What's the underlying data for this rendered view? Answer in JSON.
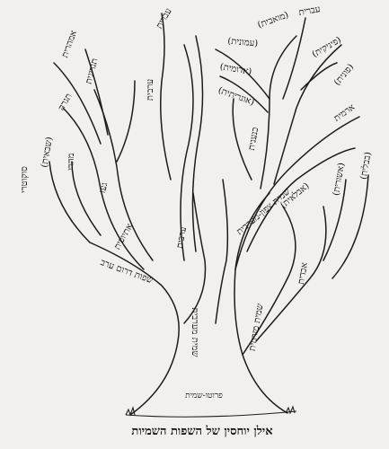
{
  "caption": "אילן יוחסין של השפות השמיות",
  "root": "פרוטו-שמית",
  "trunk_labels": {
    "west": "שמית מערבית",
    "east": "שמית מזרחית"
  },
  "languages": {
    "ivrit": "עברית",
    "moavit": "(מואבית)",
    "fenikit": "(פיניקית)",
    "punit": "(פונית)",
    "amonit": "(עמונית)",
    "edomit": "(אדומית)",
    "ugaritit": "(אוגריתית)",
    "aramit": "ארמית",
    "knaanit": "כנענית",
    "shemit_tzafon_maaravit": "שמית צפון-מערבית",
    "arvit": "ערבית",
    "ivrit_top": "עברית",
    "shemit_darom_maaravit": "שפות דרום ערב",
    "ge_ez": "געז",
    "amharit": "אמהרית",
    "tigrinya": "תגרינית",
    "tigre": "תגרה",
    "mahri": "מהרי",
    "sokotri": "סוקוטרי",
    "shevait": "(שבאית)",
    "etiopit": "אתיופית",
    "akkadit": "אכדית",
    "babylonit": "(בבלית)",
    "ashurit": "(אשורית)",
    "akkadit_eblait": "(אבלאית)",
    "arvit_2": "ערבית"
  }
}
